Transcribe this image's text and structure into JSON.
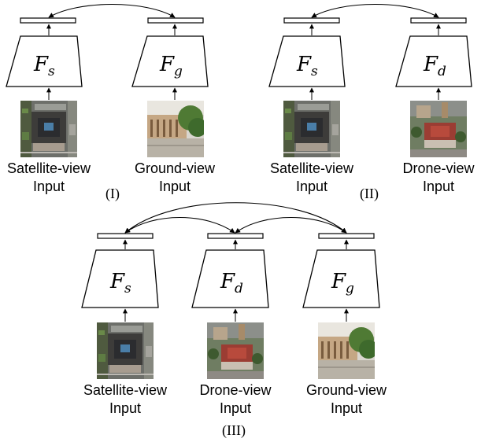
{
  "panels": [
    {
      "label": "(I)",
      "encoders": [
        {
          "symbol": "F",
          "subscript": "s",
          "input_label_line1": "Satellite-view",
          "input_label_line2": "Input",
          "image": "satellite-aerial-photo"
        },
        {
          "symbol": "F",
          "subscript": "g",
          "input_label_line1": "Ground-view",
          "input_label_line2": "Input",
          "image": "ground-building-photo"
        }
      ]
    },
    {
      "label": "(II)",
      "encoders": [
        {
          "symbol": "F",
          "subscript": "s",
          "input_label_line1": "Satellite-view",
          "input_label_line2": "Input",
          "image": "satellite-aerial-photo"
        },
        {
          "symbol": "F",
          "subscript": "d",
          "input_label_line1": "Drone-view",
          "input_label_line2": "Input",
          "image": "drone-oblique-photo"
        }
      ]
    },
    {
      "label": "(III)",
      "encoders": [
        {
          "symbol": "F",
          "subscript": "s",
          "input_label_line1": "Satellite-view",
          "input_label_line2": "Input",
          "image": "satellite-aerial-photo"
        },
        {
          "symbol": "F",
          "subscript": "d",
          "input_label_line1": "Drone-view",
          "input_label_line2": "Input",
          "image": "drone-oblique-photo"
        },
        {
          "symbol": "F",
          "subscript": "g",
          "input_label_line1": "Ground-view",
          "input_label_line2": "Input",
          "image": "ground-building-photo"
        }
      ]
    }
  ]
}
